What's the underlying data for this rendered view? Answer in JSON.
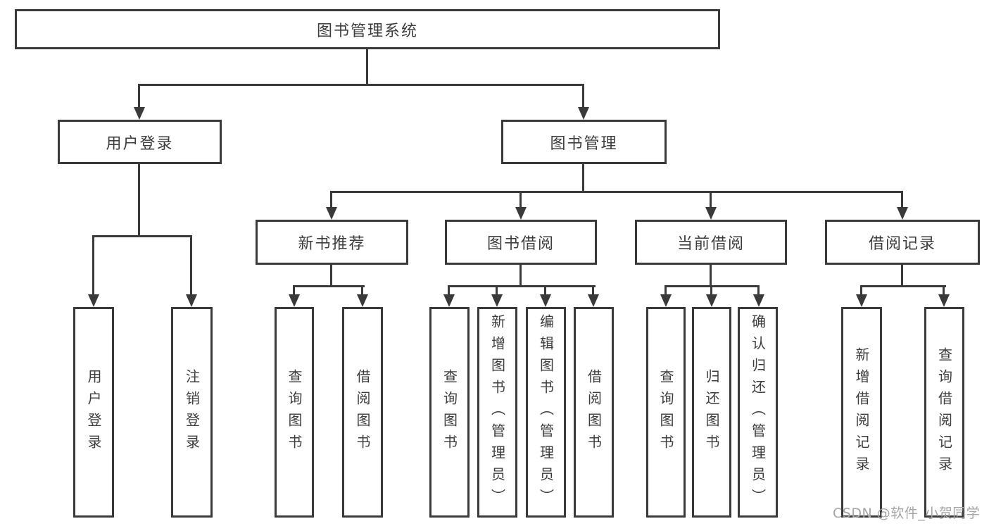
{
  "tree": {
    "root": {
      "label": "图书管理系统",
      "children": [
        {
          "label": "用户登录",
          "children": [
            {
              "label": "用户登录"
            },
            {
              "label": "注销登录"
            }
          ]
        },
        {
          "label": "图书管理",
          "children": [
            {
              "label": "新书推荐",
              "children": [
                {
                  "label": "查询图书"
                },
                {
                  "label": "借阅图书"
                }
              ]
            },
            {
              "label": "图书借阅",
              "children": [
                {
                  "label": "查询图书"
                },
                {
                  "label": "新增图书（管理员）"
                },
                {
                  "label": "编辑图书（管理员）"
                },
                {
                  "label": "借阅图书"
                }
              ]
            },
            {
              "label": "当前借阅",
              "children": [
                {
                  "label": "查询图书"
                },
                {
                  "label": "归还图书"
                },
                {
                  "label": "确认归还（管理员）"
                }
              ]
            },
            {
              "label": "借阅记录",
              "children": [
                {
                  "label": "新增借阅记录"
                },
                {
                  "label": "查询借阅记录"
                }
              ]
            }
          ]
        }
      ]
    }
  },
  "watermark": "CSDN @软件_小贺同学",
  "colors": {
    "line": "#3a3a3a",
    "text": "#3d3d3d",
    "background": "#ffffff",
    "watermark": "#a5a5a5"
  }
}
